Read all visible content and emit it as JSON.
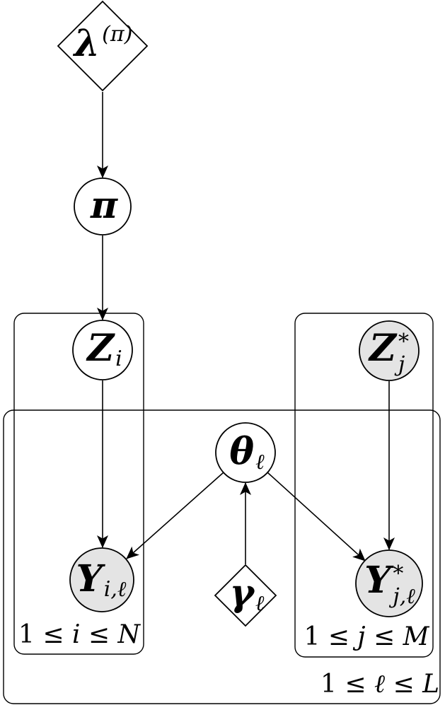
{
  "diagram": {
    "type": "bayesian-plate-diagram",
    "colors": {
      "stroke": "#000000",
      "shaded_fill": "#e4e4e4",
      "unshaded_fill": "#ffffff"
    },
    "nodes": {
      "lambda_pi": {
        "shape": "diamond",
        "observed": false,
        "main": "λ",
        "sup": "(π)"
      },
      "pi": {
        "shape": "circle",
        "observed": false,
        "main": "π"
      },
      "z_i": {
        "shape": "circle",
        "observed": false,
        "main": "Z",
        "sub": "i"
      },
      "z_star_j": {
        "shape": "circle",
        "observed": true,
        "main": "Z",
        "sup": "*",
        "sub": "j"
      },
      "theta_l": {
        "shape": "circle",
        "observed": false,
        "main": "θ",
        "sub": "ℓ"
      },
      "gamma_l": {
        "shape": "diamond",
        "observed": false,
        "main": "γ",
        "sub": "ℓ"
      },
      "y_il": {
        "shape": "circle",
        "observed": true,
        "main": "Y",
        "sub": "i,ℓ"
      },
      "y_star_jl": {
        "shape": "circle",
        "observed": true,
        "main": "Y",
        "sup": "*",
        "sub": "j,ℓ"
      }
    },
    "plates": {
      "i_plate": {
        "label_parts": {
          "p0": "1 ≤ ",
          "v0": "i",
          "p1": " ≤ ",
          "v1": "N"
        }
      },
      "j_plate": {
        "label_parts": {
          "p0": "1 ≤ ",
          "v0": "j",
          "p1": " ≤ ",
          "v1": "M"
        }
      },
      "l_plate": {
        "label_parts": {
          "p0": "1 ≤ ",
          "v0": "ℓ",
          "p1": " ≤ ",
          "v1": "L"
        }
      }
    },
    "edges": [
      {
        "from": "lambda_pi",
        "to": "pi"
      },
      {
        "from": "pi",
        "to": "z_i"
      },
      {
        "from": "z_i",
        "to": "y_il"
      },
      {
        "from": "z_star_j",
        "to": "y_star_jl"
      },
      {
        "from": "theta_l",
        "to": "y_il"
      },
      {
        "from": "theta_l",
        "to": "y_star_jl"
      },
      {
        "from": "gamma_l",
        "to": "theta_l"
      }
    ]
  }
}
